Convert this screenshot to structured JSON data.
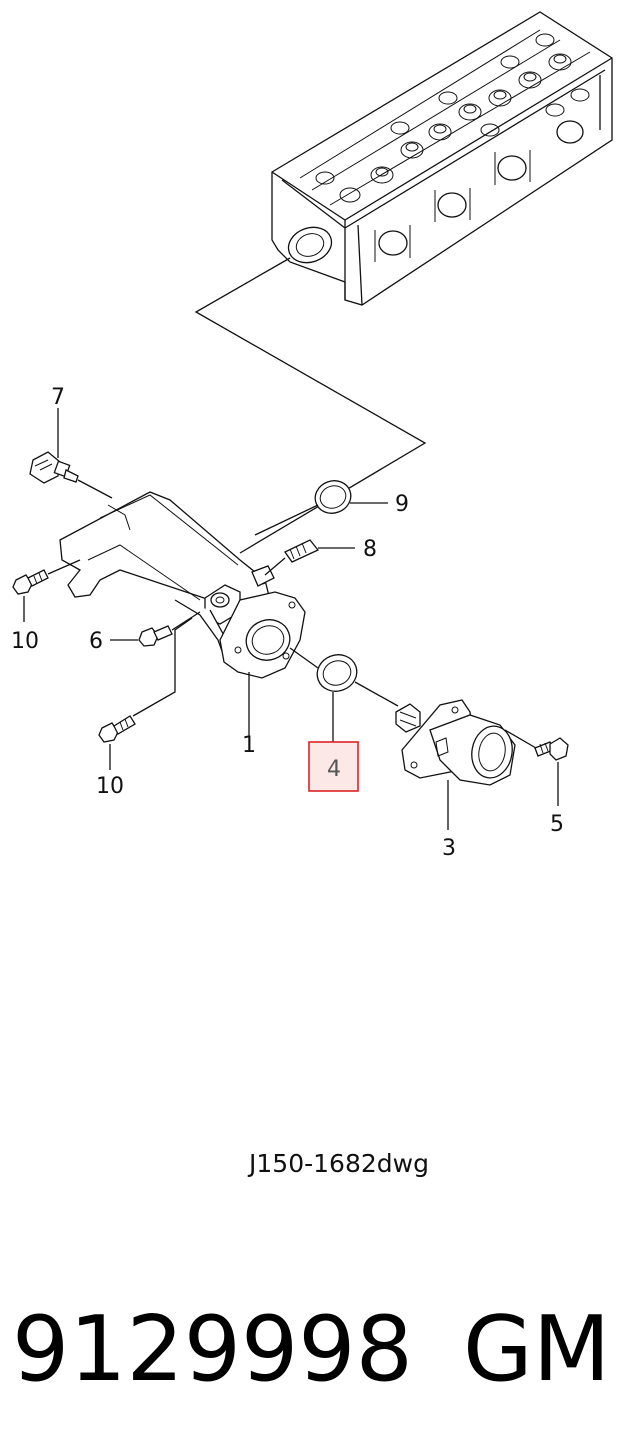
{
  "diagram": {
    "callouts": {
      "c1": "1",
      "c3": "3",
      "c4": "4",
      "c5": "5",
      "c6": "6",
      "c7": "7",
      "c8": "8",
      "c9": "9",
      "c10a": "10",
      "c10b": "10"
    },
    "highlight_color": "#dd2222",
    "highlight_fill": "#fde8e8",
    "drawing_id": "J150-1682dwg"
  },
  "footer": {
    "part_number": "9129998",
    "brand": "GM"
  }
}
